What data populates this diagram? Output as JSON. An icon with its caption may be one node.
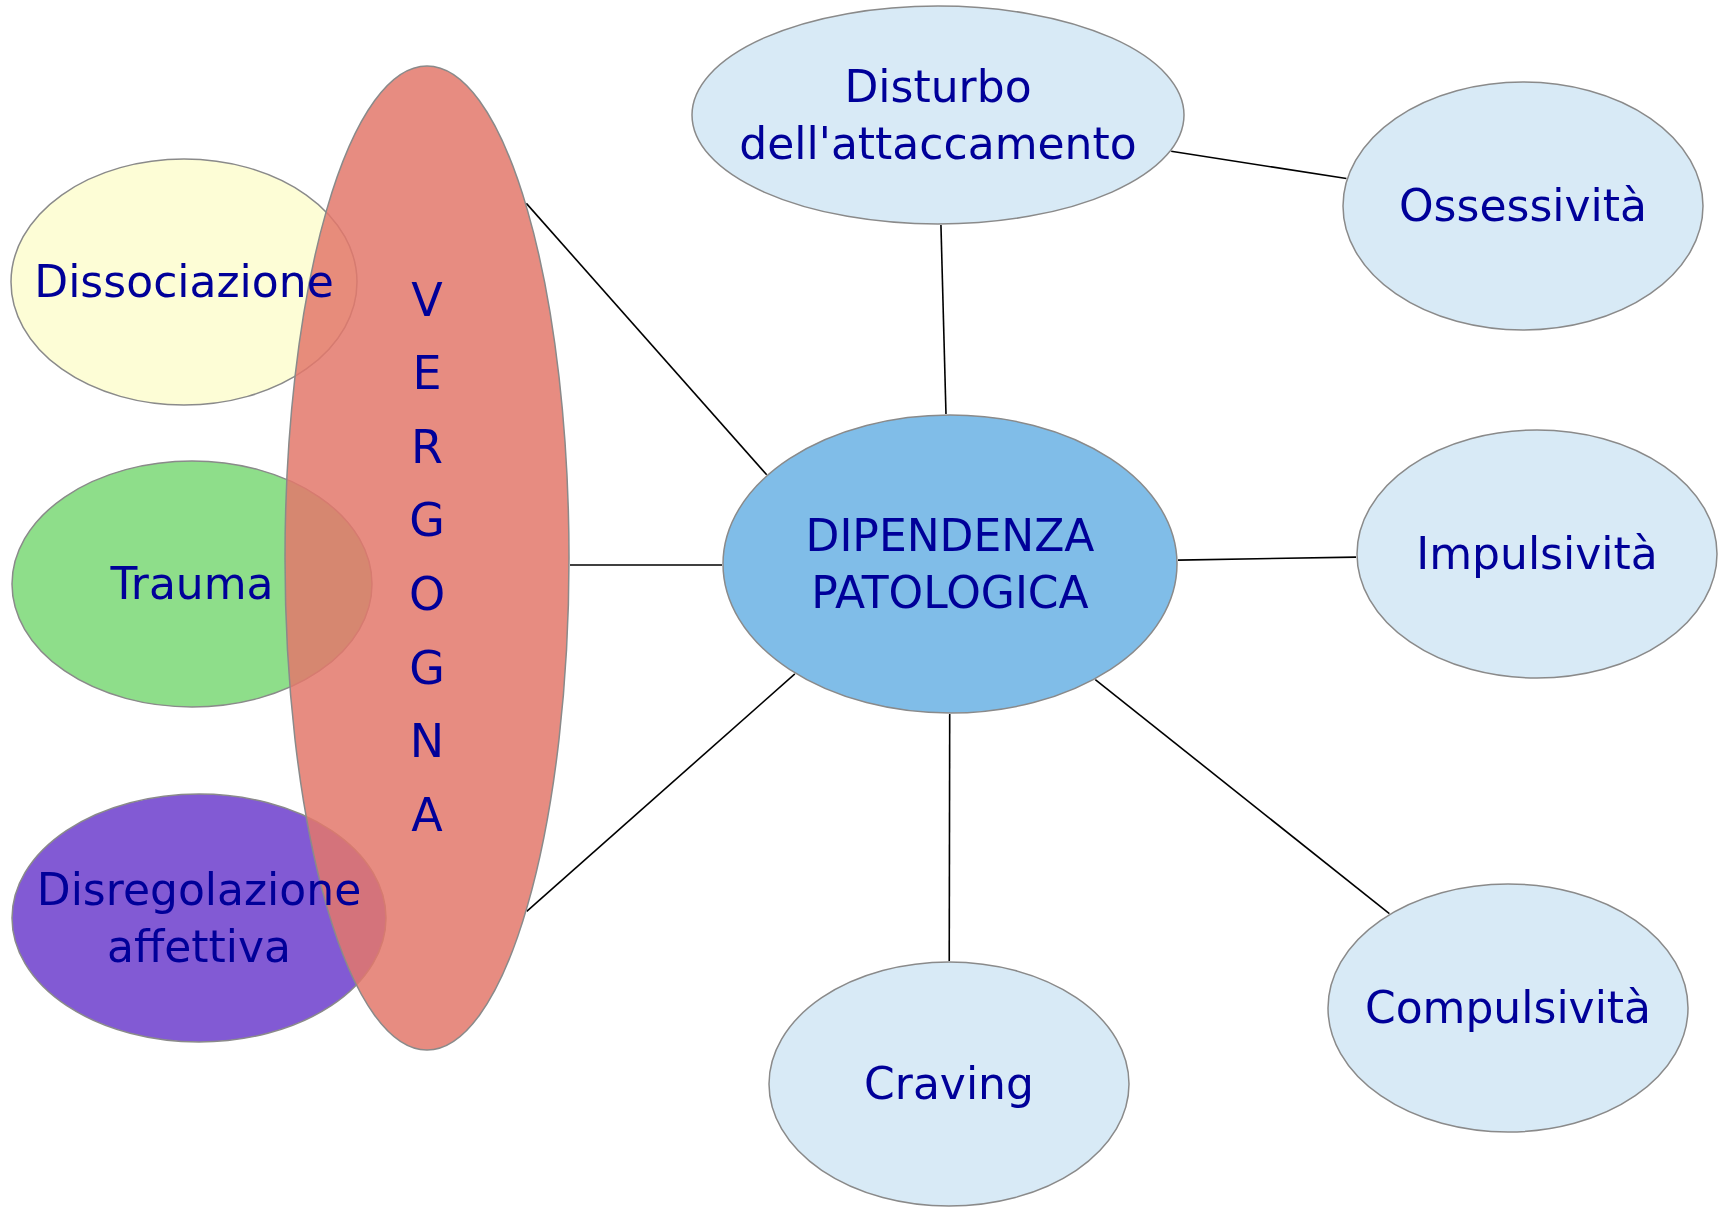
{
  "diagram": {
    "nodes": [
      {
        "text": [
          "VERGOGNA"
        ]
      },
      {
        "text": [
          "Dissociazione"
        ]
      },
      {
        "text": [
          "Trauma"
        ]
      },
      {
        "text": [
          "Disregolazione affettiva"
        ]
      },
      {
        "text": [
          "Disturbo dell'attaccamento"
        ]
      },
      {
        "text": [
          "Ossessività"
        ]
      },
      {
        "text": [
          "DIPENDENZA PATOLOGICA"
        ]
      },
      {
        "text": [
          "Impulsività"
        ]
      },
      {
        "text": [
          "Craving"
        ]
      },
      {
        "text": [
          "Compulsività"
        ]
      }
    ],
    "edges": [
      {
        "from": 0,
        "to": 6,
        "arrow": "none"
      },
      {
        "from": 0,
        "to": 6,
        "arrow": "none"
      },
      {
        "from": 0,
        "to": 6,
        "arrow": "none"
      },
      {
        "from": 4,
        "to": 6,
        "arrow": "none"
      },
      {
        "from": 4,
        "to": 5,
        "arrow": "none"
      },
      {
        "from": 6,
        "to": 7,
        "arrow": "none"
      },
      {
        "from": 6,
        "to": 9,
        "arrow": "none"
      },
      {
        "from": 6,
        "to": 8,
        "arrow": "none"
      }
    ]
  }
}
